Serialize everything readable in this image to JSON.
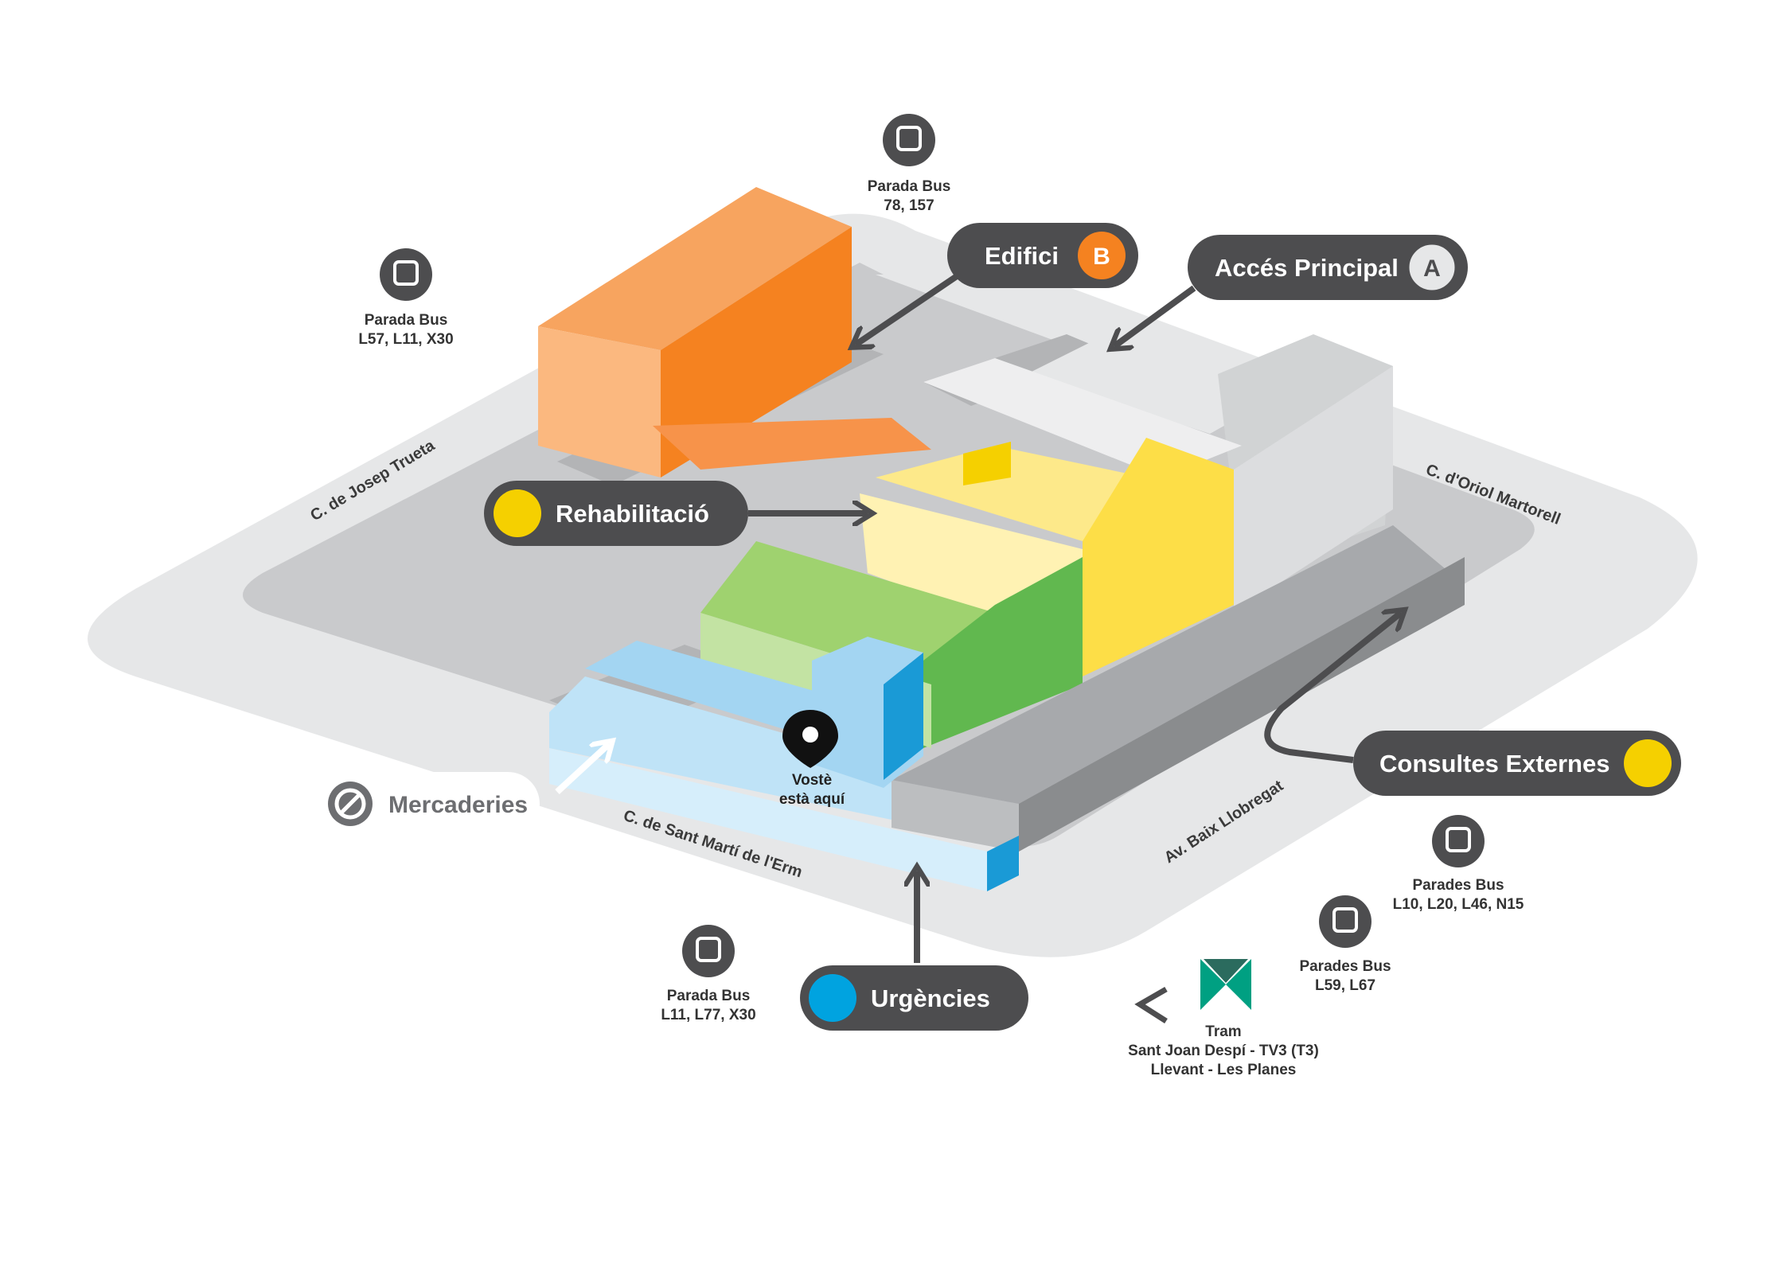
{
  "streets": {
    "josep_trueta": "C. de Josep Trueta",
    "oriol_martorell": "C. d'Oriol Martorell",
    "sant_marti": "C. de Sant Martí de l'Erm",
    "baix_llobregat": "Av. Baix Llobregat"
  },
  "bus_stops": [
    {
      "title": "Parada Bus",
      "lines": "78, 157"
    },
    {
      "title": "Parada Bus",
      "lines": "L57, L11, X30"
    },
    {
      "title": "Parades Bus",
      "lines": "L10, L20, L46, N15"
    },
    {
      "title": "Parades Bus",
      "lines": "L59, L67"
    },
    {
      "title": "Parada Bus",
      "lines": "L11, L77, X30"
    }
  ],
  "labels": {
    "edifici": {
      "text": "Edifici",
      "letter": "B",
      "color": "#f58220"
    },
    "acces": {
      "text": "Accés Principal",
      "letter": "A",
      "color": "#e6e7e8"
    },
    "rehab": {
      "text": "Rehabilitació",
      "color": "#f5d000"
    },
    "consultes": {
      "text": "Consultes Externes",
      "color": "#f5d000"
    },
    "urgencies": {
      "text": "Urgències",
      "color": "#00a3e0"
    },
    "mercaderies": {
      "text": "Mercaderies"
    }
  },
  "you_are_here": {
    "line1": "Vostè",
    "line2": "està aquí"
  },
  "tram": {
    "title": "Tram",
    "line1": "Sant Joan Despí - TV3 (T3)",
    "line2": "Llevant - Les Planes"
  },
  "icons": [
    "bus-icon",
    "location-pin-icon",
    "no-entry-icon",
    "tram-logo-icon",
    "arrow-icon"
  ]
}
